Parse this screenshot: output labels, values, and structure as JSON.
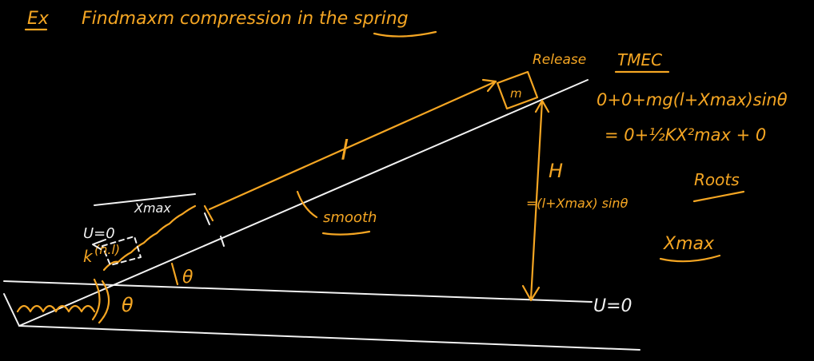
{
  "colors": {
    "background": "#000000",
    "orange_ink": "#f5a623",
    "white_ink": "#f2f2f2"
  },
  "title": {
    "ex": "Ex",
    "text": "Findmaxm compression in the spring"
  },
  "labels": {
    "release": "Release",
    "mass": "m",
    "length": "l",
    "smooth": "smooth",
    "u_top": "U=0",
    "xmax": "Xmax",
    "natural_length": "(n.l)",
    "k": "k",
    "theta_small": "θ",
    "theta_base": "θ",
    "height_H": "H",
    "height_expr": "=(l+Xmax) sinθ",
    "u_bottom": "U=0"
  },
  "energy": {
    "heading": "TMEC",
    "line1": "0+0+mg(l+Xmax)sinθ",
    "line2": "= 0+½KX²max + 0",
    "roots": "Roots",
    "result": "Xmax"
  }
}
